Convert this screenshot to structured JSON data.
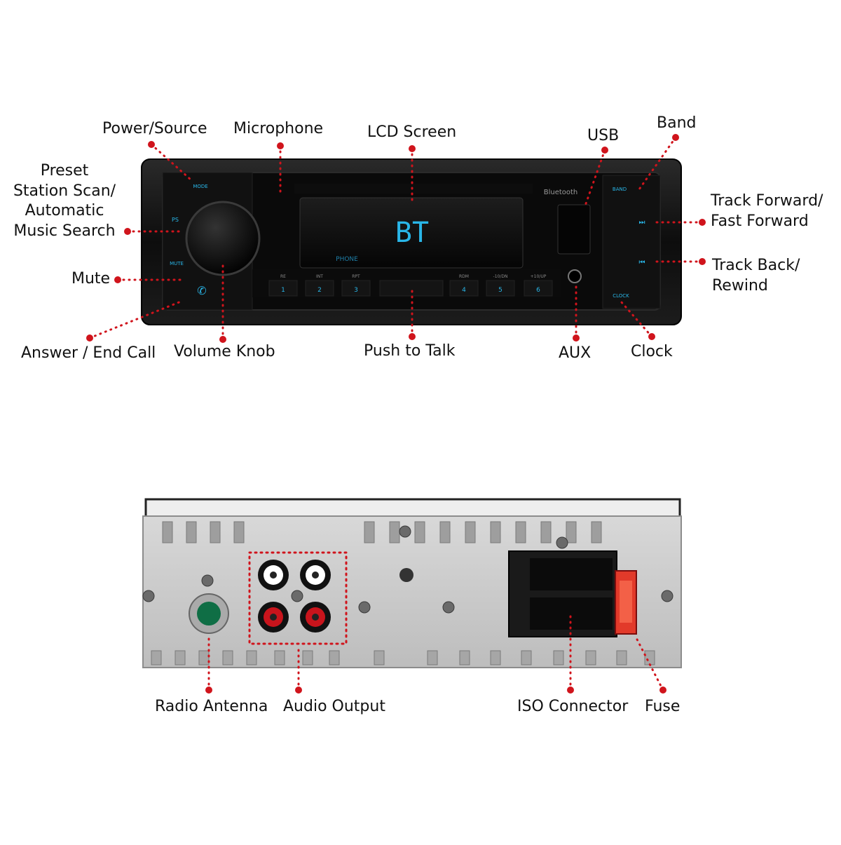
{
  "front_panel": {
    "labels": {
      "power_source": "Power/Source",
      "microphone": "Microphone",
      "lcd_screen": "LCD Screen",
      "usb": "USB",
      "band": "Band",
      "preset_scan": [
        "Preset",
        "Station Scan/",
        "Automatic",
        "Music Search"
      ],
      "track_forward": [
        "Track Forward/",
        "Fast Forward"
      ],
      "mute": "Mute",
      "track_back": [
        "Track Back/",
        "Rewind"
      ],
      "answer_end_call": "Answer / End Call",
      "volume_knob": "Volume Knob",
      "push_to_talk": "Push to Talk",
      "aux": "AUX",
      "clock": "Clock"
    },
    "device": {
      "lcd_text": "BT",
      "lcd_subtext": "PHONE",
      "buttons": [
        "1",
        "2",
        "3",
        "4",
        "5",
        "6"
      ],
      "button_captions": [
        "RE",
        "INT",
        "RPT",
        "RDM",
        "-10/DN",
        "+10/UP"
      ],
      "bluetooth_text": "Bluetooth"
    }
  },
  "rear_panel": {
    "labels": {
      "radio_antenna": "Radio Antenna",
      "audio_output": "Audio Output",
      "iso_connector": "ISO Connector",
      "fuse": "Fuse"
    }
  },
  "colors": {
    "callout": "#d0141c",
    "lcd_glow": "#29b6e8",
    "device_body": "#141414",
    "chassis": "#c9c9c9",
    "rca_red": "#c8141c",
    "antenna_green": "#0f6e45"
  }
}
